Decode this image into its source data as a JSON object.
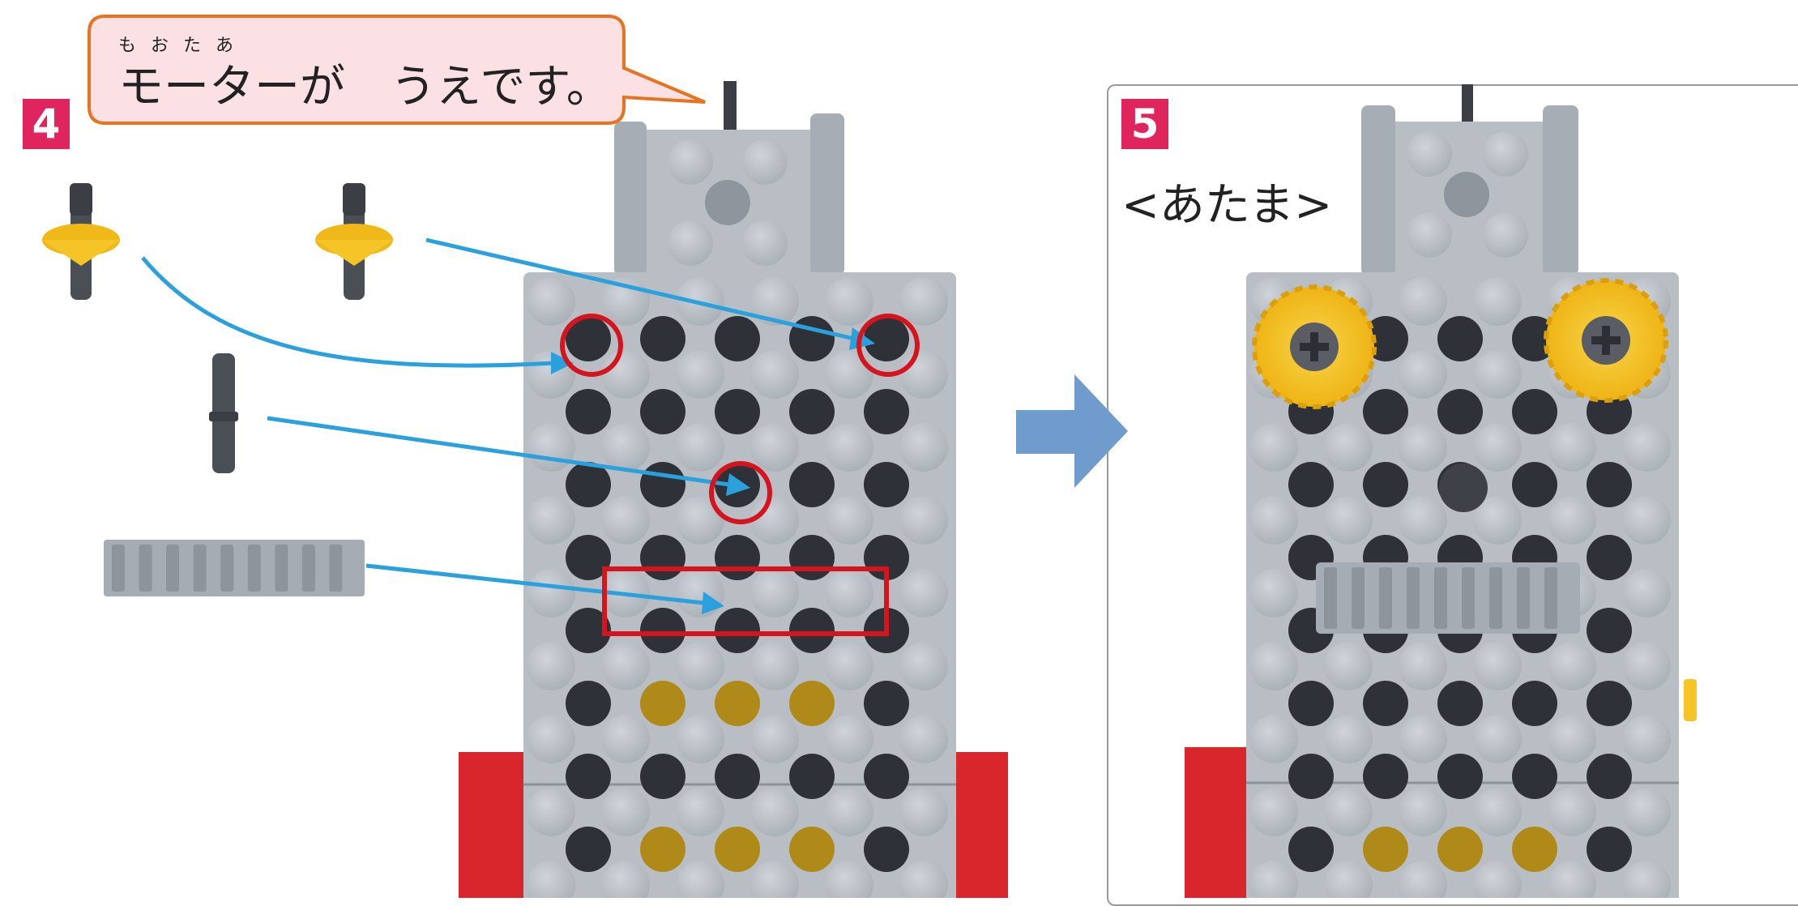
{
  "step4": {
    "number": "4"
  },
  "step5": {
    "number": "5",
    "section_label": "<あたま>"
  },
  "callout": {
    "text": "モーターが　うえです。",
    "ruby": "もおたあ"
  },
  "colors": {
    "step_badge": "#e0245e",
    "callout_fill": "#fbe0e4",
    "callout_border": "#e8731e",
    "arrow": "#2aa0dc",
    "highlight": "#d6141e",
    "brick": "#b9bec4",
    "brick_dark": "#9aa0a7",
    "feet": "#d8262c",
    "gear": "#f5c528",
    "transition_arrow": "#6f9ccc"
  }
}
